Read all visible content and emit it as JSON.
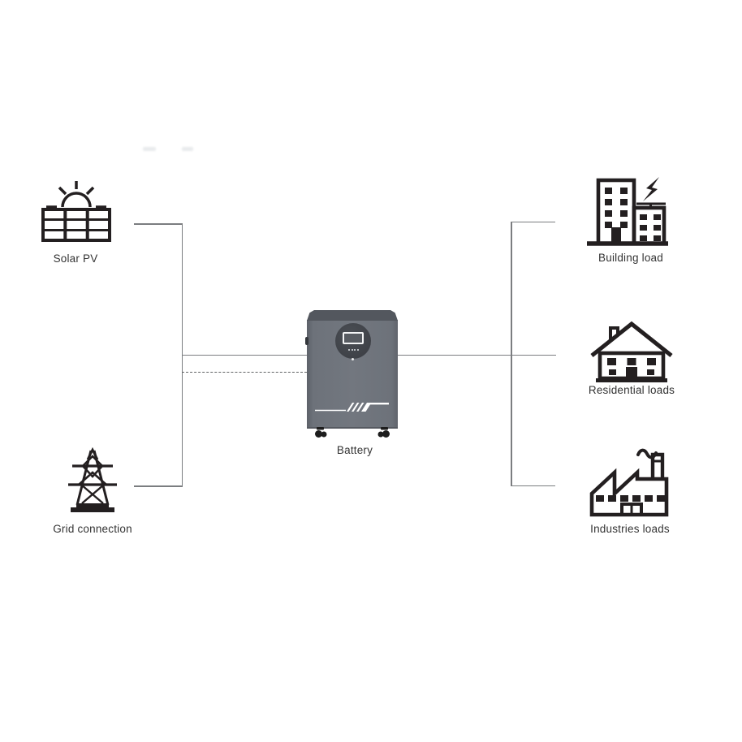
{
  "diagram": {
    "type": "energy-flow-diagram",
    "nodes": {
      "solar": {
        "label": "Solar PV",
        "icon": "solar-panel-sun-icon"
      },
      "grid": {
        "label": "Grid connection",
        "icon": "transmission-tower-icon"
      },
      "battery": {
        "label": "Battery",
        "icon": "battery-cabinet-image"
      },
      "building": {
        "label": "Building load",
        "icon": "building-lightning-icon"
      },
      "residential": {
        "label": "Residential loads",
        "icon": "house-icon"
      },
      "industries": {
        "label": "Industries loads",
        "icon": "factory-icon"
      }
    },
    "connections": [
      {
        "from": "Solar PV",
        "to": "Battery",
        "style": "solid"
      },
      {
        "from": "Grid connection",
        "to": "Battery",
        "style": "solid"
      },
      {
        "from": "Grid connection",
        "to": "Battery",
        "style": "dashed"
      },
      {
        "from": "Battery",
        "to": "Building load",
        "style": "solid"
      },
      {
        "from": "Battery",
        "to": "Residential loads",
        "style": "solid"
      },
      {
        "from": "Battery",
        "to": "Industries loads",
        "style": "solid"
      }
    ],
    "colors": {
      "background": "#ffffff",
      "line": "#7b7d80",
      "dashed_line": "#606264",
      "icon": "#231f20",
      "label": "#333333",
      "battery_body": "#6f747c",
      "battery_top": "#53575e",
      "battery_panel": "#43464c",
      "battery_accent": "#ffffff"
    }
  }
}
